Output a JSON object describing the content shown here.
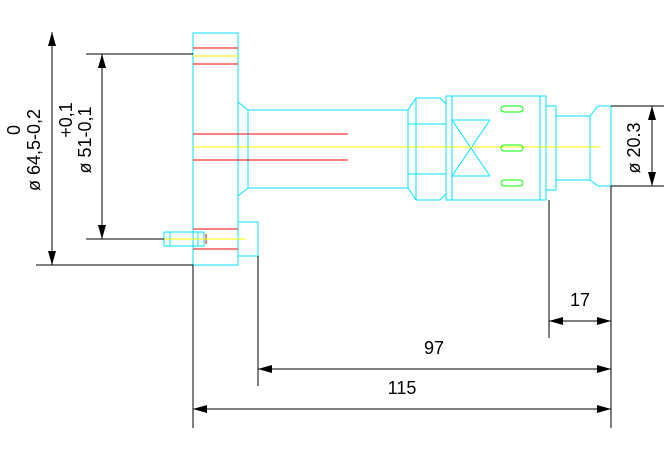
{
  "colors": {
    "background": "#ffffff",
    "outline": "#00e5ff",
    "centerline": "#ffff00",
    "thread": "#ff0000",
    "slot": "#00ff00",
    "dimension": "#000000"
  },
  "dimensions": {
    "d_outer_tol_upper": "0",
    "d_outer": "ø 64,5-0,2",
    "d_inner_tol_upper": "+0,1",
    "d_inner": "ø 51-0,1",
    "d_nozzle": "ø 20.3",
    "len_17": "17",
    "len_97": "97",
    "len_115": "115"
  }
}
